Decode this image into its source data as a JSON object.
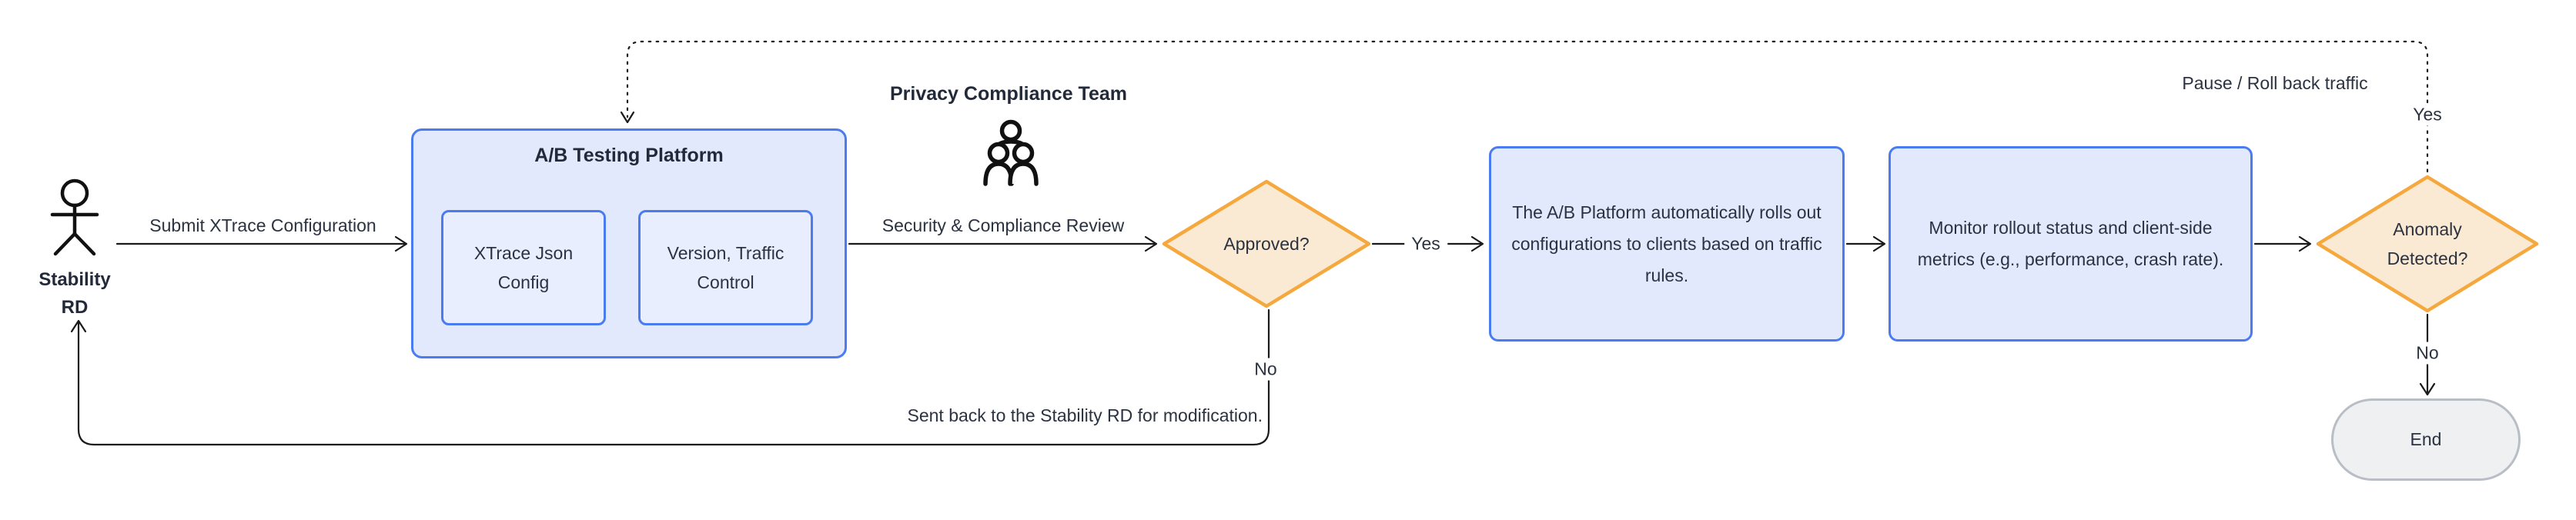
{
  "colors": {
    "node_fill": "#E2E9FC",
    "node_border": "#4A7CF0",
    "decision_fill": "#FBEAD3",
    "decision_border": "#F5A83D",
    "end_fill": "#EEF0F2",
    "end_border": "#B9BEC6",
    "line": "#1A1A1A",
    "text": "#2B3240"
  },
  "actor": {
    "name_line1": "Stability",
    "name_line2": "RD"
  },
  "privacy": {
    "title": "Privacy Compliance Team"
  },
  "ab_platform": {
    "title": "A/B Testing Platform",
    "config_box": "XTrace Json Config",
    "version_box": "Version, Traffic Control"
  },
  "decisions": {
    "approved": "Approved?",
    "anomaly": "Anomaly Detected?"
  },
  "processes": {
    "rollout": "The A/B Platform automatically rolls out configurations to clients based on traffic rules.",
    "monitor": "Monitor rollout status and client-side metrics (e.g., performance, crash rate)."
  },
  "terminal": {
    "end": "End"
  },
  "edge_labels": {
    "submit": "Submit XTrace Configuration",
    "review": "Security & Compliance Review",
    "approved_yes": "Yes",
    "approved_no": "No",
    "sent_back": "Sent back to the Stability RD for modification.",
    "anomaly_yes": "Yes",
    "anomaly_no": "No",
    "pause": "Pause / Roll back traffic"
  }
}
